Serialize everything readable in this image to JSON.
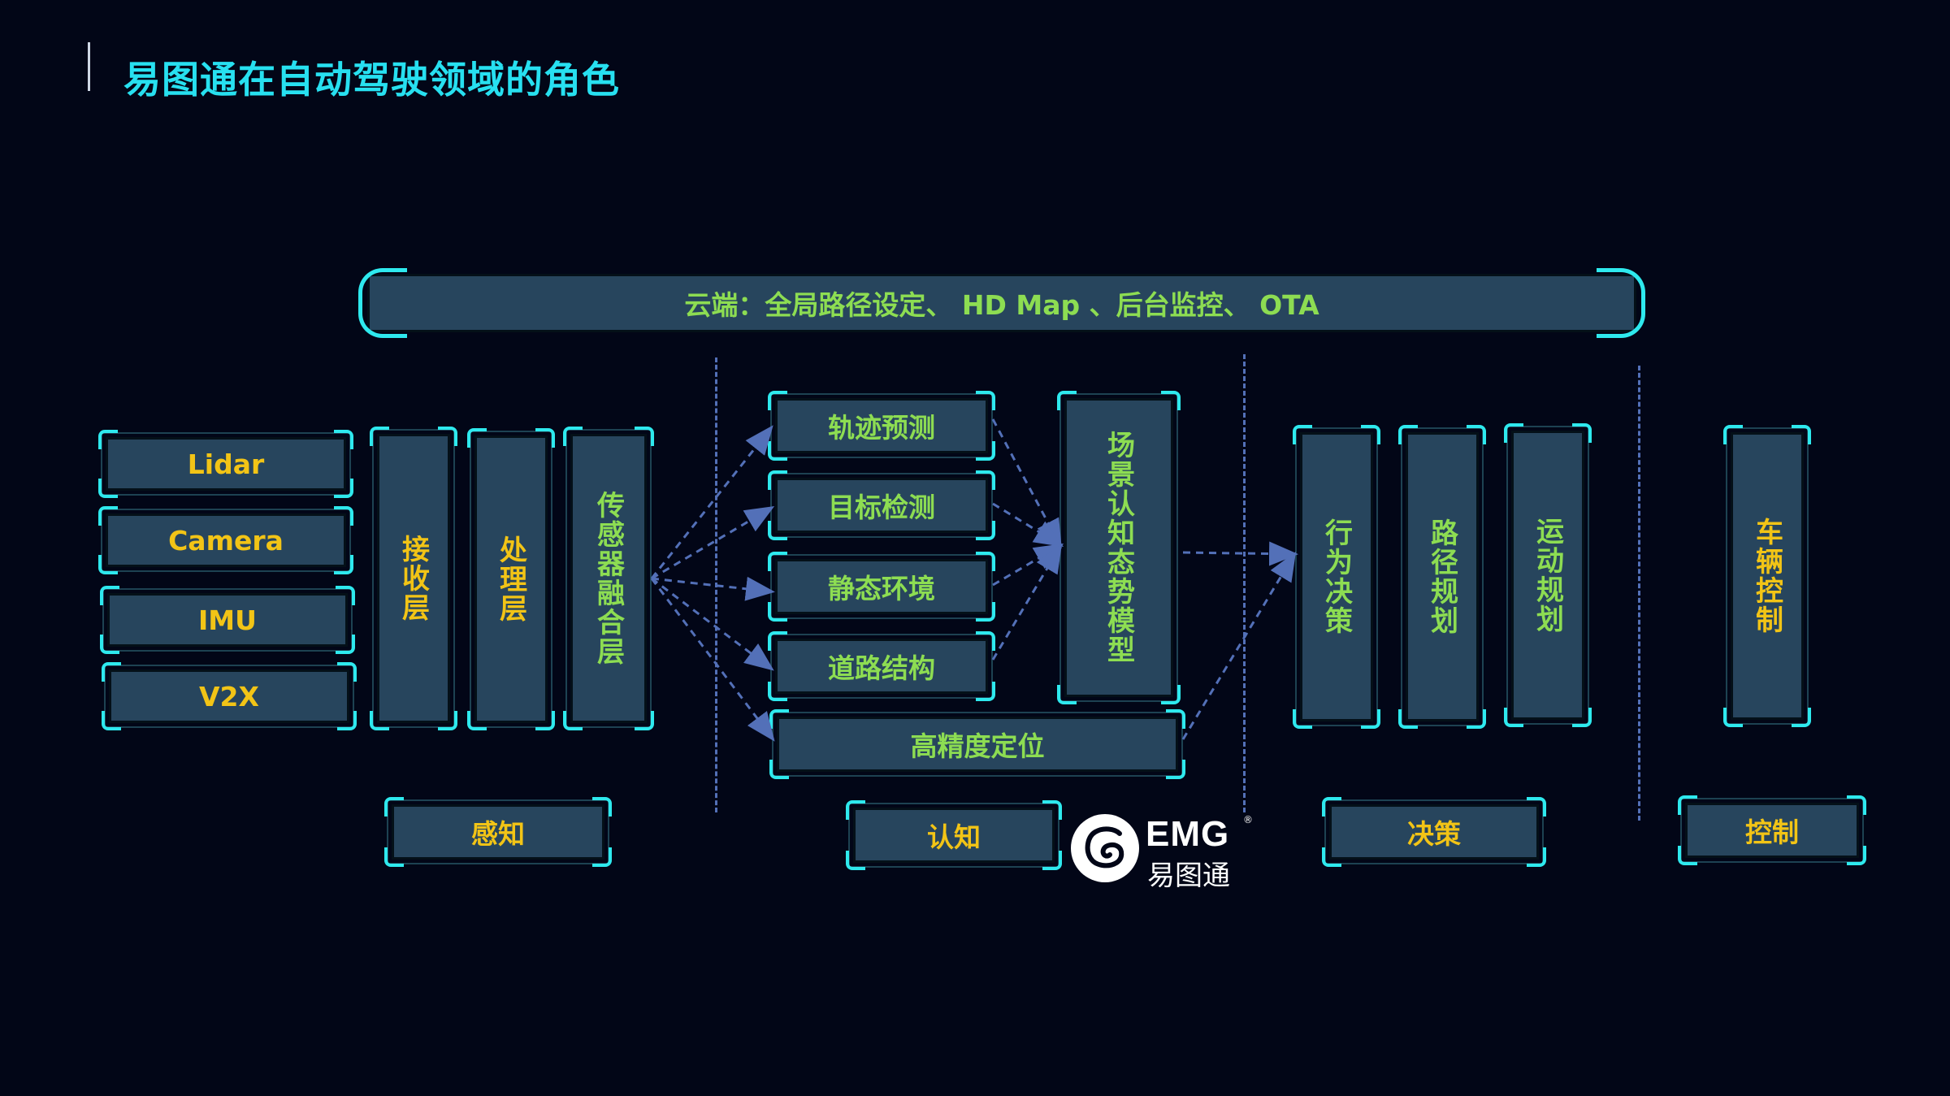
{
  "title": "易图通在自动驾驶领域的角色",
  "cloud": {
    "label": "云端：全局路径设定、 HD Map 、后台监控、 OTA"
  },
  "sensors": [
    {
      "label": "Lidar"
    },
    {
      "label": "Camera"
    },
    {
      "label": "IMU"
    },
    {
      "label": "V2X"
    }
  ],
  "perception_layers": [
    {
      "label": "接收层"
    },
    {
      "label": "处理层"
    },
    {
      "label": "传感器融合层"
    }
  ],
  "cognition_tasks": [
    {
      "label": "轨迹预测"
    },
    {
      "label": "目标检测"
    },
    {
      "label": "静态环境"
    },
    {
      "label": "道路结构"
    }
  ],
  "localization": {
    "label": "高精度定位"
  },
  "scene_model": {
    "label": "场景认知态势模型"
  },
  "decision_steps": [
    {
      "label": "行为决策"
    },
    {
      "label": "路径规划"
    },
    {
      "label": "运动规划"
    }
  ],
  "control_step": {
    "label": "车辆控制"
  },
  "stages": {
    "perception": "感知",
    "cognition": "认知",
    "decision": "决策",
    "control": "控制"
  },
  "logo": {
    "brand": "EMG",
    "registered": "®",
    "name_cn": "易图通"
  },
  "colors": {
    "background": "#020617",
    "title": "#27e0f0",
    "box_fill": "#27455d",
    "corner_accent": "#2ee9ee",
    "yellow_text": "#f2c416",
    "green_text": "#8ddd52",
    "dashed_line": "#5370b8"
  }
}
